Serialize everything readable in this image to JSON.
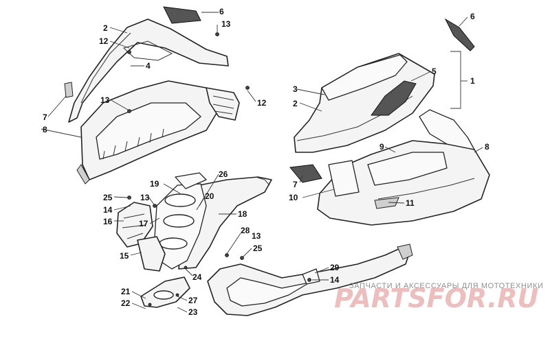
{
  "callouts": {
    "c1": "1",
    "c2a": "2",
    "c2b": "2",
    "c3": "3",
    "c4": "4",
    "c5": "5",
    "c6a": "6",
    "c6b": "6",
    "c7a": "7",
    "c7b": "7",
    "c8a": "8",
    "c8b": "8",
    "c9": "9",
    "c10": "10",
    "c11": "11",
    "c12a": "12",
    "c12b": "12",
    "c13a": "13",
    "c13b": "13",
    "c13c": "13",
    "c13d": "13",
    "c14a": "14",
    "c14b": "14",
    "c15": "15",
    "c16": "16",
    "c17": "17",
    "c18": "18",
    "c19": "19",
    "c20": "20",
    "c21": "21",
    "c22": "22",
    "c23": "23",
    "c24": "24",
    "c25a": "25",
    "c25b": "25",
    "c26": "26",
    "c27": "27",
    "c28": "28",
    "c29": "29"
  },
  "watermark": {
    "caption": "ЗАПЧАСТИ И АКСЕССУАРЫ ДЛЯ МОТОТЕХНИКИ",
    "logo": "PARTSFOR.RU"
  }
}
